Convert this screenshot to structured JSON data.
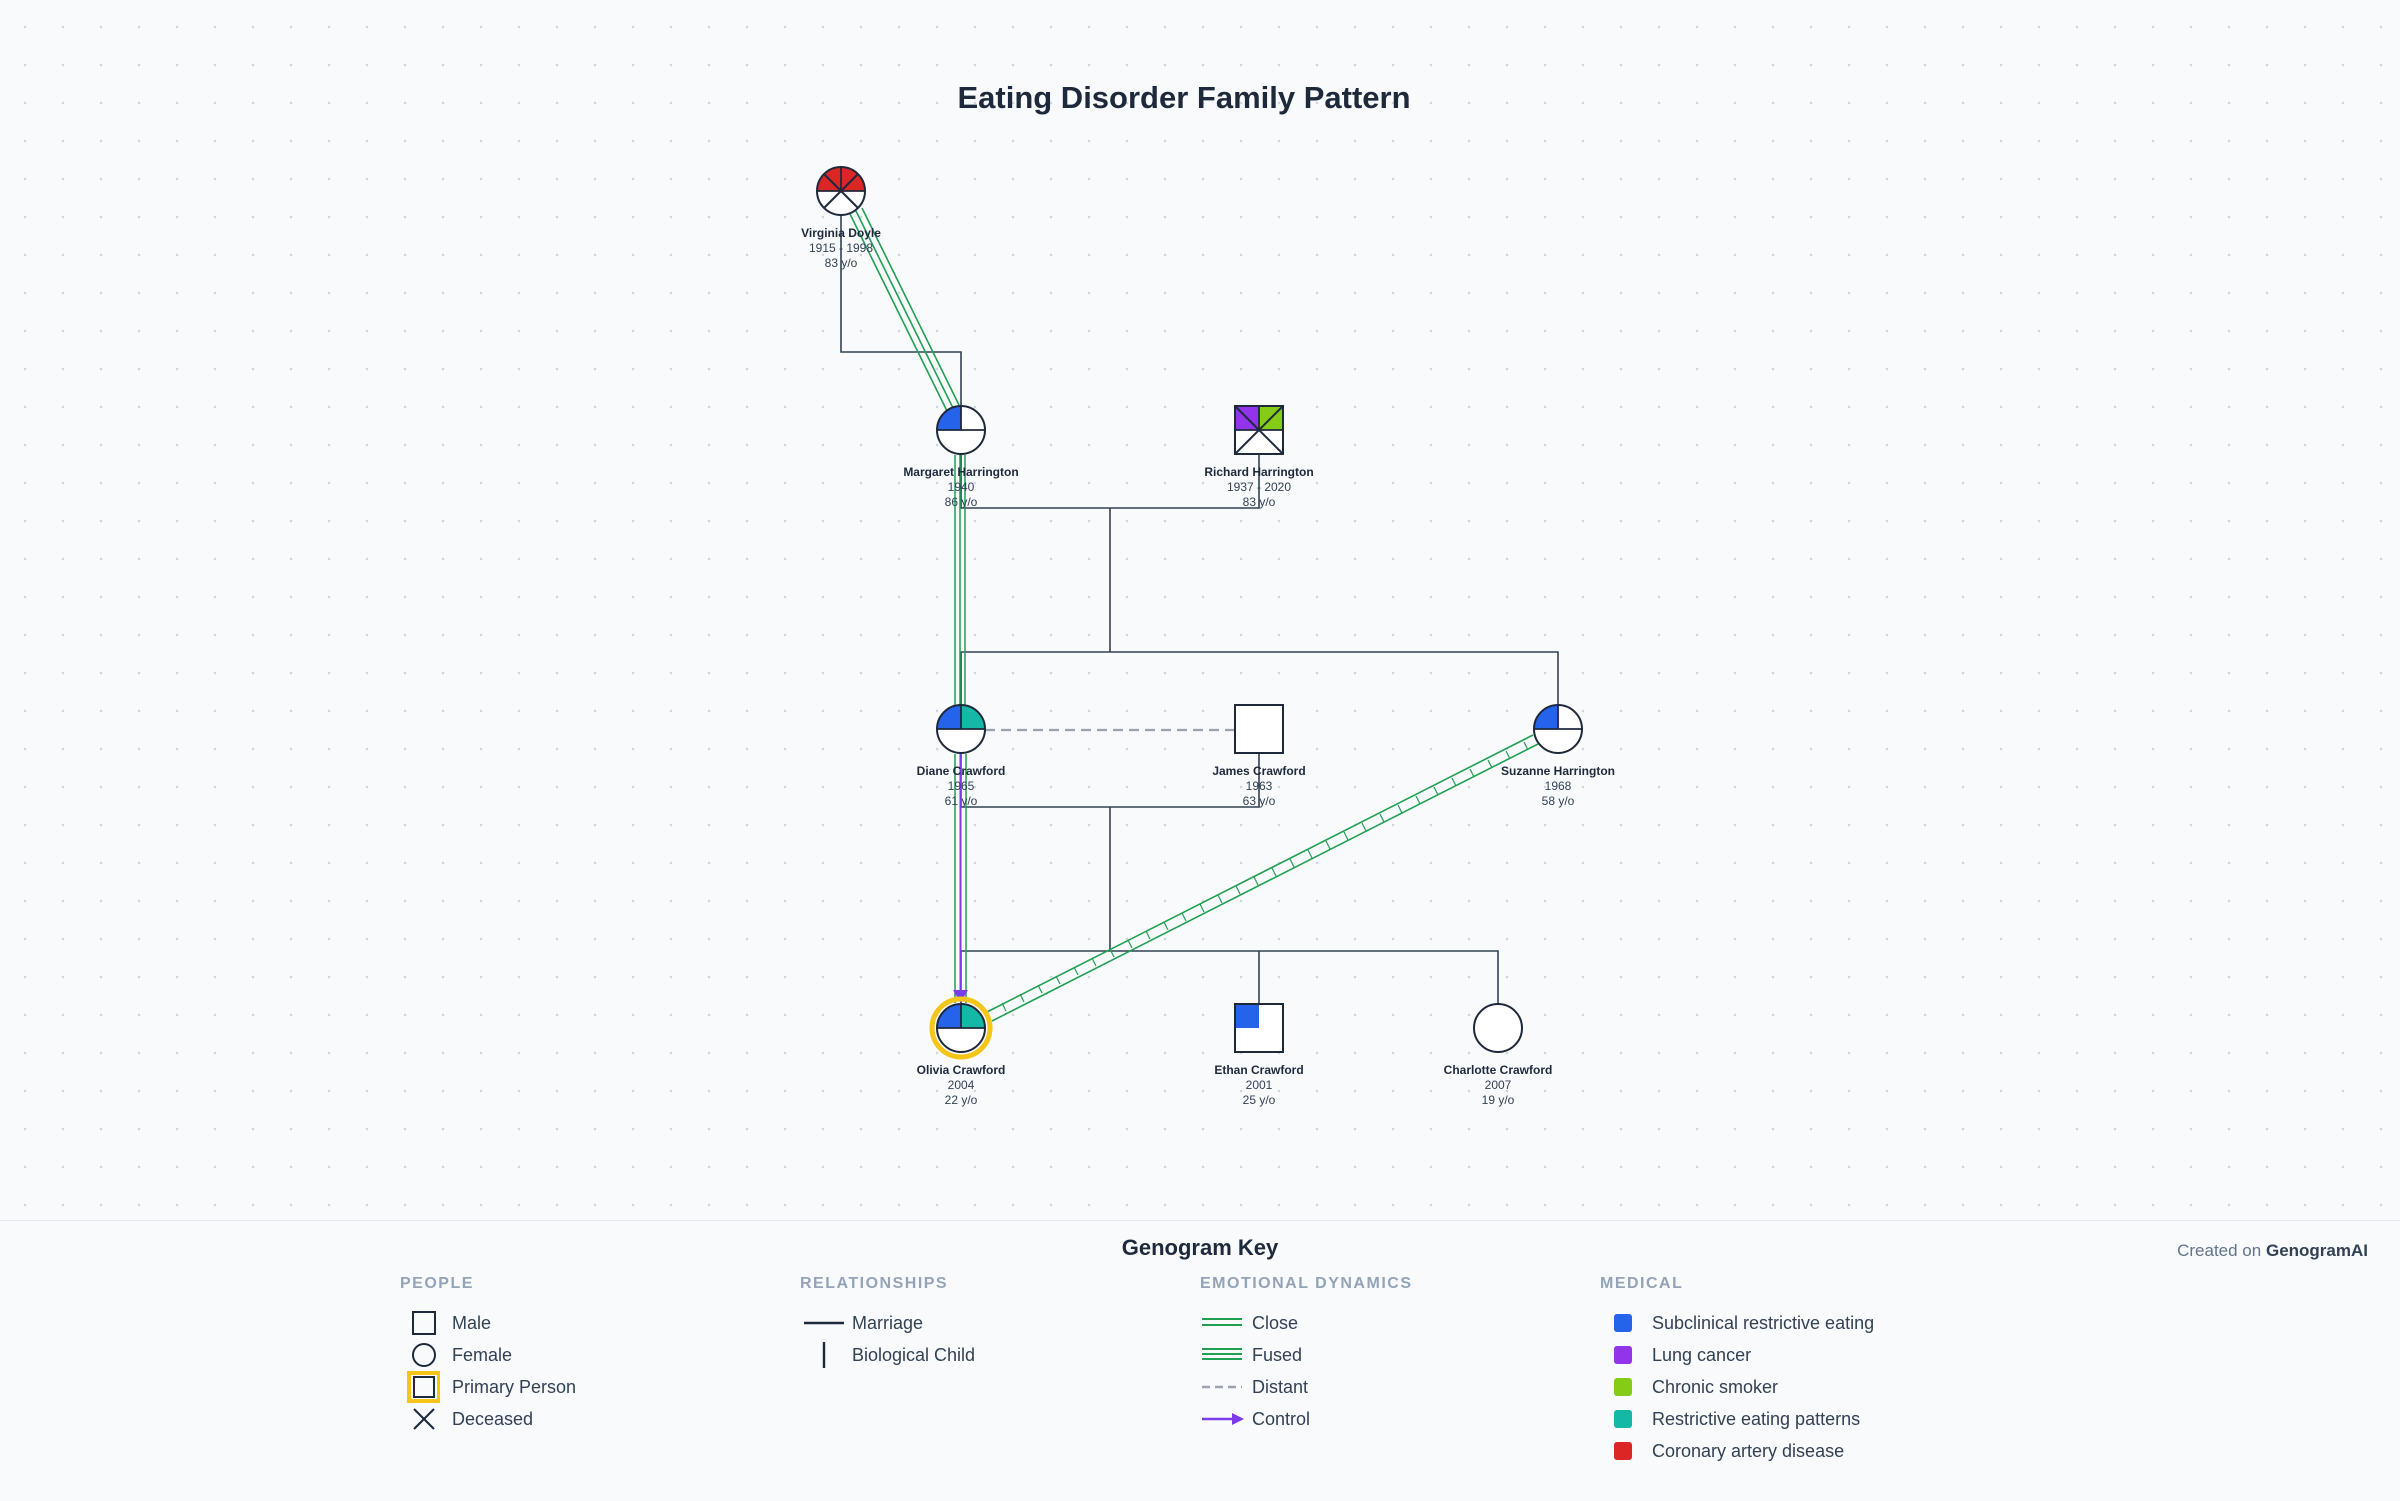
{
  "title": "Eating Disorder Family Pattern",
  "colors": {
    "subclinical_restrictive_eating": "#2563eb",
    "lung_cancer": "#9333ea",
    "chronic_smoker": "#84cc16",
    "restrictive_eating_patterns": "#14b8a6",
    "coronary_artery_disease": "#dc2626",
    "close": "#22a052",
    "control": "#7c3aed",
    "distant": "#9ca3af",
    "primary": "#f5c518"
  },
  "people": [
    {
      "id": "virginia",
      "name": "Virginia Doyle",
      "years": "1915 - 1998",
      "age": "83 y/o",
      "sex": "female",
      "deceased": true,
      "conditions": [
        "coronary_artery_disease"
      ]
    },
    {
      "id": "margaret",
      "name": "Margaret Harrington",
      "years": "1940",
      "age": "86 y/o",
      "sex": "female",
      "deceased": false,
      "conditions": [
        "subclinical_restrictive_eating"
      ]
    },
    {
      "id": "richard",
      "name": "Richard Harrington",
      "years": "1937 - 2020",
      "age": "83 y/o",
      "sex": "male",
      "deceased": true,
      "conditions": [
        "lung_cancer",
        "chronic_smoker"
      ]
    },
    {
      "id": "diane",
      "name": "Diane Crawford",
      "years": "1965",
      "age": "61 y/o",
      "sex": "female",
      "deceased": false,
      "conditions": [
        "subclinical_restrictive_eating",
        "restrictive_eating_patterns"
      ]
    },
    {
      "id": "james",
      "name": "James Crawford",
      "years": "1963",
      "age": "63 y/o",
      "sex": "male",
      "deceased": false,
      "conditions": []
    },
    {
      "id": "suzanne",
      "name": "Suzanne Harrington",
      "years": "1968",
      "age": "58 y/o",
      "sex": "female",
      "deceased": false,
      "conditions": [
        "subclinical_restrictive_eating"
      ]
    },
    {
      "id": "olivia",
      "name": "Olivia Crawford",
      "years": "2004",
      "age": "22 y/o",
      "sex": "female",
      "deceased": false,
      "primary": true,
      "conditions": [
        "subclinical_restrictive_eating",
        "restrictive_eating_patterns"
      ]
    },
    {
      "id": "ethan",
      "name": "Ethan Crawford",
      "years": "2001",
      "age": "25 y/o",
      "sex": "male",
      "deceased": false,
      "conditions": [
        "subclinical_restrictive_eating"
      ]
    },
    {
      "id": "charlotte",
      "name": "Charlotte Crawford",
      "years": "2007",
      "age": "19 y/o",
      "sex": "female",
      "deceased": false,
      "conditions": []
    }
  ],
  "key": {
    "title": "Genogram Key",
    "created_prefix": "Created on",
    "created_brand": "GenogramAI",
    "people": {
      "heading": "PEOPLE",
      "items": [
        "Male",
        "Female",
        "Primary Person",
        "Deceased"
      ]
    },
    "relationships": {
      "heading": "RELATIONSHIPS",
      "items": [
        "Marriage",
        "Biological Child"
      ]
    },
    "emotional": {
      "heading": "EMOTIONAL DYNAMICS",
      "items": [
        "Close",
        "Fused",
        "Distant",
        "Control"
      ]
    },
    "medical": {
      "heading": "MEDICAL",
      "items": [
        "Subclinical restrictive eating",
        "Lung cancer",
        "Chronic smoker",
        "Restrictive eating patterns",
        "Coronary artery disease"
      ]
    }
  }
}
